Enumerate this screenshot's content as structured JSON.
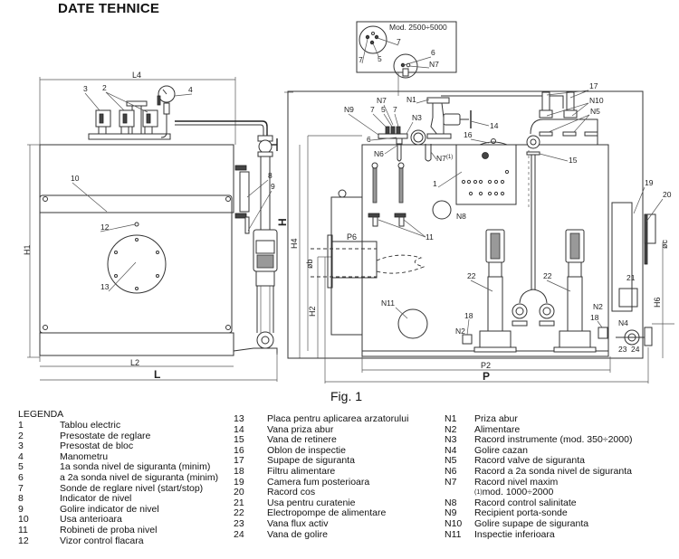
{
  "title": "DATE TEHNICE",
  "figure": {
    "caption": "Fig. 1",
    "inset_model_label": "Mod. 2500÷5000",
    "dimensions": {
      "L4": "L4",
      "L2": "L2",
      "L": "L",
      "H1": "H1",
      "H": "H",
      "H4": "H4",
      "H2": "H2",
      "P6": "P6",
      "phi_b": "øb",
      "P2": "P2",
      "P": "P",
      "H6": "H6",
      "phi_c": "øc"
    },
    "callouts": {
      "c1": "1",
      "c2": "2",
      "c3": "3",
      "c4": "4",
      "c5": "5",
      "c6": "6",
      "c7": "7",
      "c8": "8",
      "c9": "9",
      "c10": "10",
      "c11": "11",
      "c12": "12",
      "c13": "13",
      "c14": "14",
      "c15": "15",
      "c16": "16",
      "c17": "17",
      "c18": "18",
      "c19": "19",
      "c20": "20",
      "c21": "21",
      "c22": "22",
      "c23": "23",
      "c24": "24",
      "n1": "N1",
      "n2": "N2",
      "n3": "N3",
      "n4": "N4",
      "n5": "N5",
      "n6": "N6",
      "n7": "N7",
      "n7_1": "N7",
      "n7_1_sup": "(1)",
      "n8": "N8",
      "n9": "N9",
      "n10": "N10",
      "n11": "N11"
    }
  },
  "legend": {
    "title": "LEGENDA",
    "column1": [
      {
        "num": "1",
        "text": "Tablou electric"
      },
      {
        "num": "2",
        "text": "Presostate de reglare"
      },
      {
        "num": "3",
        "text": "Presostat de bloc"
      },
      {
        "num": "4",
        "text": "Manometru"
      },
      {
        "num": "5",
        "text": "1a sonda nivel de siguranta (minim)"
      },
      {
        "num": "6",
        "text": "a 2a sonda nivel de siguranta (minim)"
      },
      {
        "num": "7",
        "text": "Sonde  de reglare nivel (start/stop)"
      },
      {
        "num": "8",
        "text": "Indicator de nivel"
      },
      {
        "num": "9",
        "text": "Golire indicator de nivel"
      },
      {
        "num": "10",
        "text": "Usa anterioara"
      },
      {
        "num": "11",
        "text": "Robineti de proba nivel"
      },
      {
        "num": "12",
        "text": "Vizor control flacara"
      }
    ],
    "column2": [
      {
        "num": "13",
        "text": "Placa pentru aplicarea arzatorului"
      },
      {
        "num": "14",
        "text": "Vana priza abur"
      },
      {
        "num": "15",
        "text": "Vana de retinere"
      },
      {
        "num": "16",
        "text": "Oblon de inspectie"
      },
      {
        "num": "17",
        "text": "Supape de siguranta"
      },
      {
        "num": "18",
        "text": "Filtru alimentare"
      },
      {
        "num": "19",
        "text": "Camera fum posterioara"
      },
      {
        "num": "20",
        "text": "Racord cos"
      },
      {
        "num": "21",
        "text": "Usa pentru curatenie"
      },
      {
        "num": "22",
        "text": "Electropompe de alimentare"
      },
      {
        "num": "23",
        "text": "Vana flux activ"
      },
      {
        "num": "24",
        "text": "Vana de golire"
      }
    ],
    "column3": [
      {
        "num": "N1",
        "text": "Priza abur"
      },
      {
        "num": "N2",
        "text": "Alimentare"
      },
      {
        "num": "N3",
        "text": "Racord instrumente (mod. 350÷2000)"
      },
      {
        "num": "N4",
        "text": "Golire cazan"
      },
      {
        "num": "N5",
        "text": "Racord valve de siguranta"
      },
      {
        "num": "N6",
        "text": "Racord a 2a sonda nivel de siguranta"
      },
      {
        "num": "N7",
        "text": "Racord  nivel maxim"
      },
      {
        "num": "N8",
        "text": "Racord control salinitate"
      },
      {
        "num": "N9",
        "text": "Recipient porta-sonde"
      },
      {
        "num": "N10",
        "text": "Golire supape de siguranta"
      },
      {
        "num": "N11",
        "text": "Inspectie inferioara"
      }
    ],
    "n7_note_sup": "(1)",
    "n7_note": " mod. 1000÷2000"
  }
}
